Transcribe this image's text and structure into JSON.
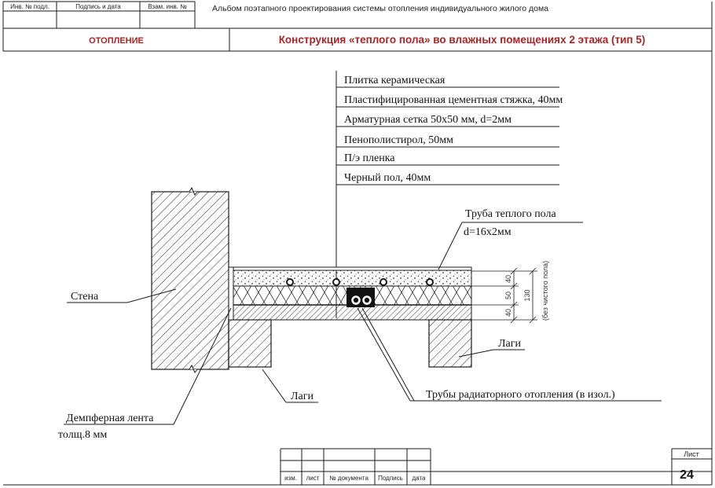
{
  "stamp": {
    "inv_podl": "Инв. № подл.",
    "podpis_data": "Подпись и дата",
    "vzam_inv": "Взам. инв. №"
  },
  "album_title": "Альбом поэтапного проектирования системы отопления индивидуального жилого дома",
  "section": "ОТОПЛЕНИЕ",
  "drawing_title": "Конструкция «теплого пола» во влажных помещениях 2 этажа (тип 5)",
  "layers": [
    "Плитка керамическая",
    "Пластифицированная цементная стяжка, 40мм",
    "Арматурная сетка 50х50 мм, d=2мм",
    "Пенополистирол, 50мм",
    "П/э пленка",
    "Черный пол,  40мм"
  ],
  "labels": {
    "pipe_floor_1": "Труба теплого пола",
    "pipe_floor_2": "d=16х2мм",
    "wall": "Стена",
    "lagi_left": "Лаги",
    "lagi_right": "Лаги",
    "radiator_pipes": "Трубы радиаторного отопления (в изол.)",
    "damper_1": "Демпферная лента",
    "damper_2": "толщ.8 мм"
  },
  "dimensions": {
    "screed": "40",
    "insulation": "50",
    "subfloor": "40",
    "total": "130",
    "total_note": "(без чистого пола)"
  },
  "title_block": {
    "izm": "изм.",
    "list": "лист",
    "doc_no": "№ документа",
    "podpis": "Подпись",
    "data": "дата",
    "sheet_label": "Лист",
    "sheet_number": "24"
  },
  "colors": {
    "title_red": "#a02828",
    "line": "#1a1a1a"
  }
}
